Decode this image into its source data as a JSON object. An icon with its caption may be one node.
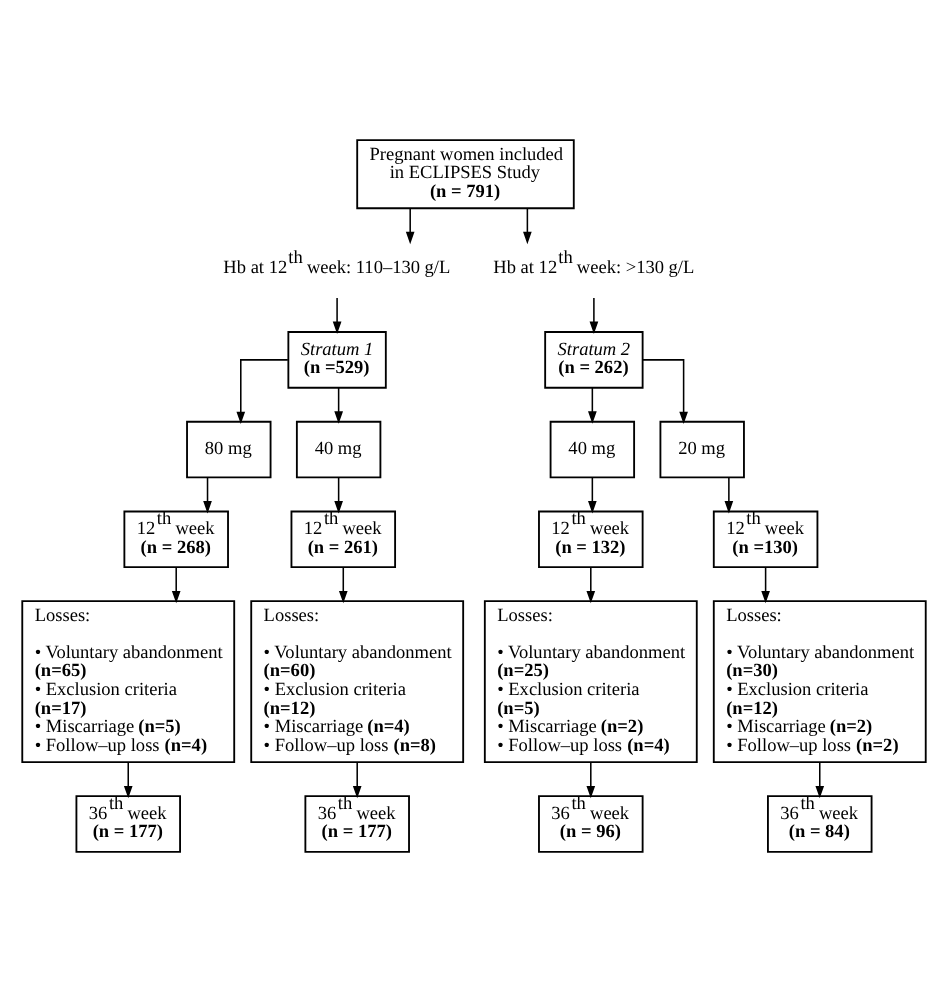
{
  "diagram": {
    "nodes": [
      {
        "text": [
          "Pregnant women included in ECLIPSES Study",
          "(n = 791)"
        ]
      },
      {
        "text": [
          "Hb at 12$^{th}$ week: 110–130 g/L"
        ]
      },
      {
        "text": [
          "Hb at 12$^{th}$ week: >130 g/L"
        ]
      },
      {
        "text": [
          "Stratum 1",
          "(n =529)"
        ]
      },
      {
        "text": [
          "Stratum 2",
          "(n = 262)"
        ]
      },
      {
        "text": [
          "80 mg"
        ]
      },
      {
        "text": [
          "40 mg"
        ]
      },
      {
        "text": [
          "40 mg"
        ]
      },
      {
        "text": [
          "20 mg"
        ]
      },
      {
        "text": [
          "12$^{th}$ week",
          "(n = 268)"
        ]
      },
      {
        "text": [
          "12$^{th}$ week",
          "(n = 261)"
        ]
      },
      {
        "text": [
          "12$^{th}$ week",
          "(n = 132)"
        ]
      },
      {
        "text": [
          "12$^{th}$ week",
          "(n =130)"
        ]
      },
      {
        "text": [
          "Losses:",
          "• Voluntary abandonment **(n=65)**",
          "• Exclusion criteria **(n=17)**",
          "• Miscarriage **(n=5)**",
          "• Follow–up loss **(n=4)**"
        ]
      },
      {
        "text": [
          "Losses:",
          "• Voluntary abandonment **(n=60)**",
          "• Exclusion criteria **(n=12)**",
          "• Miscarriage **(n=4)**",
          "• Follow–up loss **(n=8)**"
        ]
      },
      {
        "text": [
          "Losses:",
          "• Voluntary abandonment **(n=25)**",
          "• Exclusion criteria **(n=5)**",
          "• Miscarriage **(n=2)**",
          "• Follow–up loss **(n=4)**"
        ]
      },
      {
        "text": [
          "Losses:",
          "• Voluntary abandonment **(n=30)**",
          "• Exclusion criteria **(n=12)**",
          "• Miscarriage **(n=2)**",
          "• Follow–up loss **(n=2)**"
        ]
      },
      {
        "text": [
          "36$^{th}$ week",
          "(n = 177)"
        ]
      },
      {
        "text": [
          "36$^{th}$ week",
          "(n = 177)"
        ]
      },
      {
        "text": [
          "36$^{th}$ week",
          "(n = 96)"
        ]
      },
      {
        "text": [
          "36$^{th}$ week",
          "(n = 84)"
        ]
      }
    ],
    "edges": [
      {
        "from": 0,
        "to": 1,
        "arrow": "to"
      },
      {
        "from": 0,
        "to": 2,
        "arrow": "to"
      },
      {
        "from": 1,
        "to": 3,
        "arrow": "to"
      },
      {
        "from": 2,
        "to": 4,
        "arrow": "to"
      },
      {
        "from": 3,
        "to": 5,
        "arrow": "to"
      },
      {
        "from": 3,
        "to": 6,
        "arrow": "to"
      },
      {
        "from": 4,
        "to": 7,
        "arrow": "to"
      },
      {
        "from": 4,
        "to": 8,
        "arrow": "to"
      },
      {
        "from": 5,
        "to": 9,
        "arrow": "to"
      },
      {
        "from": 6,
        "to": 10,
        "arrow": "to"
      },
      {
        "from": 7,
        "to": 11,
        "arrow": "to"
      },
      {
        "from": 8,
        "to": 12,
        "arrow": "to"
      },
      {
        "from": 9,
        "to": 13,
        "arrow": "to"
      },
      {
        "from": 10,
        "to": 14,
        "arrow": "to"
      },
      {
        "from": 11,
        "to": 15,
        "arrow": "to"
      },
      {
        "from": 12,
        "to": 16,
        "arrow": "to"
      },
      {
        "from": 13,
        "to": 17,
        "arrow": "to"
      },
      {
        "from": 14,
        "to": 18,
        "arrow": "to"
      },
      {
        "from": 15,
        "to": 19,
        "arrow": "to"
      },
      {
        "from": 16,
        "to": 20,
        "arrow": "to"
      }
    ]
  }
}
